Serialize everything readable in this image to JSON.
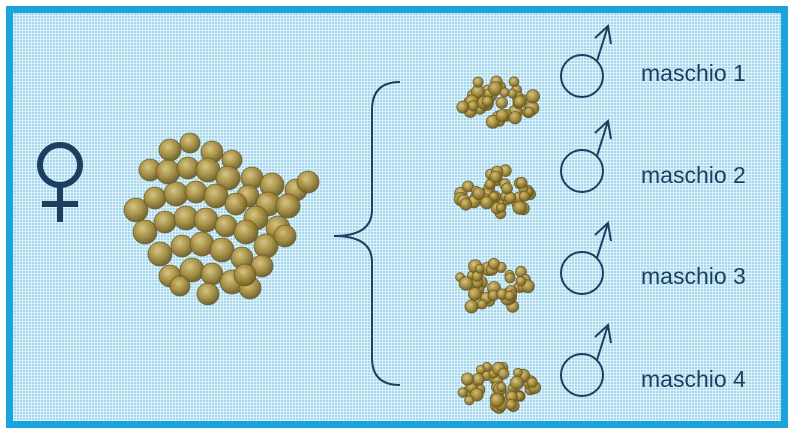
{
  "labels": {
    "male_1": "maschio 1",
    "male_2": "maschio 2",
    "male_3": "maschio 3",
    "male_4": "maschio 4"
  },
  "icons": {
    "female": "female-symbol-icon",
    "male": "male-symbol-icon",
    "egg_mass": "egg-mass-icon",
    "brace": "curly-brace"
  },
  "colors": {
    "border": "#1ba3dc",
    "background": "#a6d8ee",
    "symbol": "#1c3f5f",
    "egg_fill": "#a68c3c",
    "egg_edge": "#6b5a22"
  }
}
